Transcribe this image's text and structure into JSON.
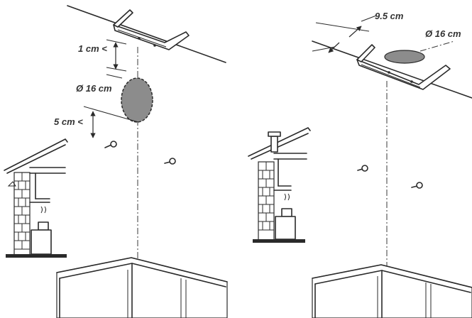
{
  "colors": {
    "hole_fill": "#8c8c8c",
    "line": "#2a2a2a",
    "background": "#ffffff"
  },
  "left_panel": {
    "dim_ceiling_gap": "1 cm <",
    "dim_diameter": "Ø 16 cm",
    "dim_wall_gap": "5 cm <"
  },
  "right_panel": {
    "dim_offset": "9.5 cm",
    "dim_diameter": "Ø 16 cm"
  },
  "icons": [
    "ceiling-bracket",
    "wall-screw",
    "kitchen-cooker",
    "chimney-pipe"
  ]
}
